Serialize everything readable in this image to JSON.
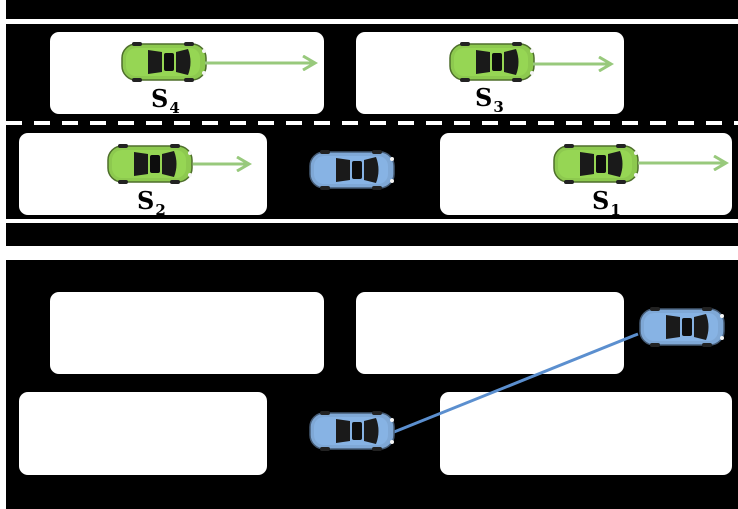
{
  "colors": {
    "road": "#000000",
    "marking": "#ffffff",
    "slot": "#ffffff",
    "surrounding_car": "#8dc94f",
    "ego_car": "#7fa8d6",
    "velocity_arrow": "#98c97c",
    "trajectory": "#5b8fcf"
  },
  "top_panel": {
    "slots": [
      {
        "id": "S4",
        "label": "S",
        "subscript": "4",
        "car": "green-car",
        "arrow": "right-arrow"
      },
      {
        "id": "S3",
        "label": "S",
        "subscript": "3",
        "car": "green-car",
        "arrow": "right-arrow"
      },
      {
        "id": "S2",
        "label": "S",
        "subscript": "2",
        "car": "green-car",
        "arrow": "right-arrow"
      },
      {
        "id": "S1",
        "label": "S",
        "subscript": "1",
        "car": "green-car",
        "arrow": "right-arrow"
      }
    ],
    "ego": "blue-car"
  },
  "bottom_panel": {
    "slots": 4,
    "ego_start": "blue-car",
    "ego_end": "blue-car",
    "trajectory": "straight-line"
  }
}
